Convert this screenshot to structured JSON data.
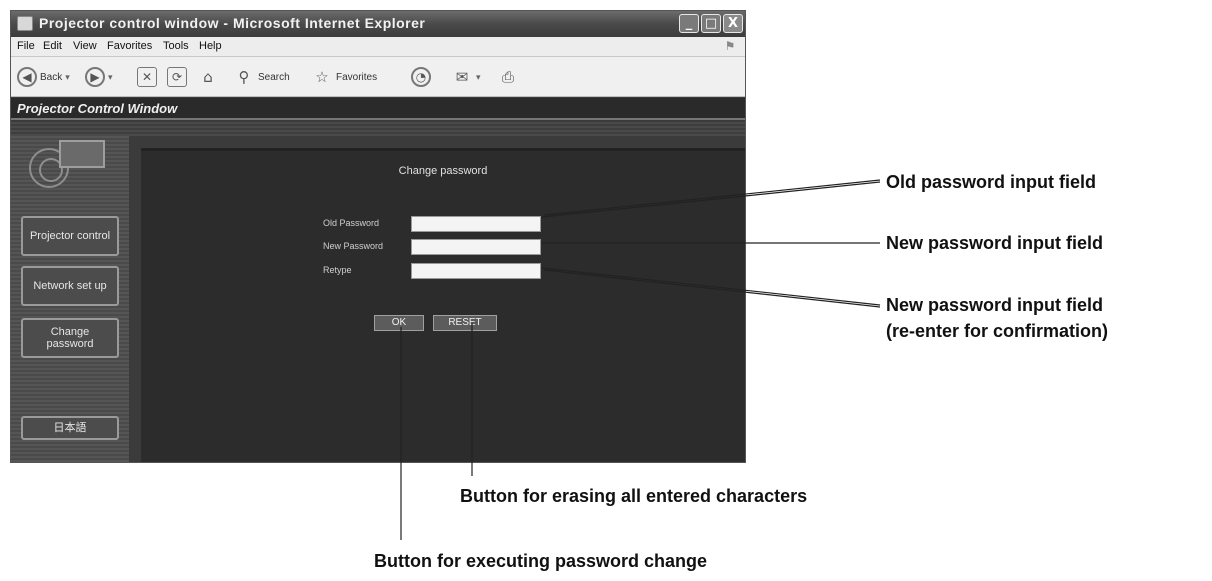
{
  "window": {
    "title": "Projector control window - Microsoft Internet Explorer",
    "controls": {
      "minimize": "_",
      "maximize": "□",
      "close": "X"
    }
  },
  "menubar": {
    "items": [
      "File",
      "Edit",
      "View",
      "Favorites",
      "Tools",
      "Help"
    ]
  },
  "toolbar": {
    "back_label": "Back",
    "search_label": "Search",
    "favorites_label": "Favorites"
  },
  "app": {
    "header_title": "Projector Control Window",
    "sidebar": {
      "projector_control": "Projector control",
      "network_setup": "Network set up",
      "change_password": "Change password",
      "language": "日本語"
    }
  },
  "form": {
    "title": "Change password",
    "old_password_label": "Old Password",
    "new_password_label": "New Password",
    "retype_label": "Retype",
    "old_password_value": "",
    "new_password_value": "",
    "retype_value": "",
    "ok_label": "OK",
    "reset_label": "RESET"
  },
  "callouts": {
    "old_field": "Old password input field",
    "new_field": "New password input field",
    "retype_field_line1": "New password input field",
    "retype_field_line2": "(re-enter for confirmation)",
    "reset_button": "Button for erasing all entered characters",
    "ok_button": "Button for executing password change"
  }
}
